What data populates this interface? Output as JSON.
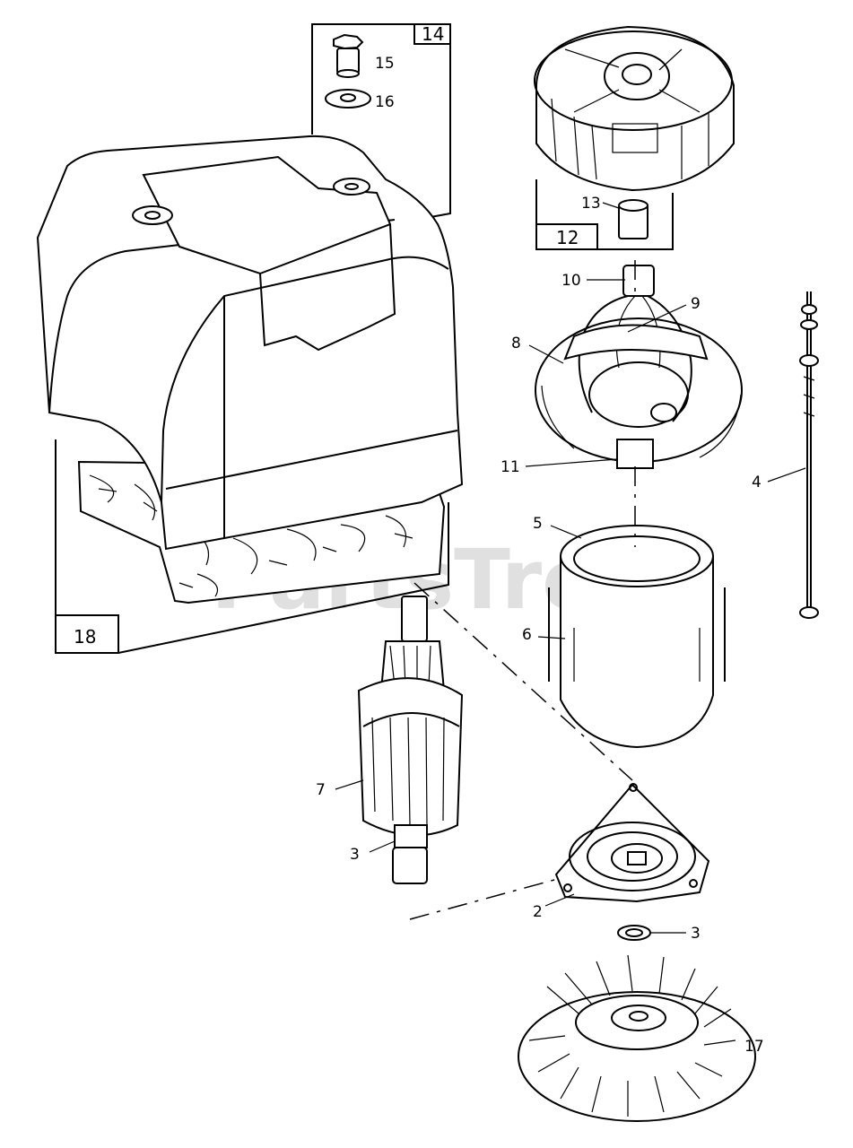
{
  "watermark": "PartsTree",
  "boxes": {
    "bolt_box": "14",
    "bearing_box": "12",
    "cover_box": "18"
  },
  "callouts": {
    "bolt": "15",
    "washer": "16",
    "bearing": "13",
    "connector": "10",
    "brush_wire": "9",
    "brush_holder": "8",
    "terminal": "11",
    "rod": "4",
    "ring": "5",
    "housing": "6",
    "armature": "7",
    "armature_bearing": "3",
    "end_bell": "2",
    "lower_bearing": "3",
    "fan": "17"
  }
}
